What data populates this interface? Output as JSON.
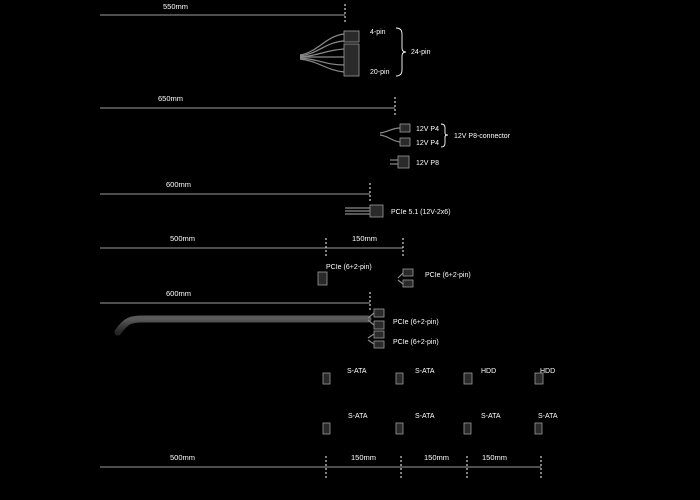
{
  "dimensions": {
    "d550": "550mm",
    "d650": "650mm",
    "d600a": "600mm",
    "d500a": "500mm",
    "d150a": "150mm",
    "d600b": "600mm",
    "d500b": "500mm",
    "d150b": "150mm",
    "d150c": "150mm",
    "d150d": "150mm"
  },
  "atx": {
    "pin4": "4-pin",
    "pin20": "20-pin",
    "pin24": "24-pin"
  },
  "cpu": {
    "p4a": "12V P4",
    "p4b": "12V P4",
    "p8conn": "12V P8-connector",
    "p8": "12V P8"
  },
  "pcie5": {
    "label": "PCIe 5.1 (12V-2x6)"
  },
  "pcie_daisy": {
    "mid": "PCIe (6+2-pin)",
    "end": "PCIe (6+2-pin)"
  },
  "pcie_dual": {
    "top": "PCIe (6+2-pin)",
    "bottom": "PCIe (6+2-pin)"
  },
  "sata1": {
    "c1": "S-ATA",
    "c2": "S-ATA",
    "c3": "HDD",
    "c4": "HDD"
  },
  "sata2": {
    "c1": "S-ATA",
    "c2": "S-ATA",
    "c3": "S-ATA",
    "c4": "S-ATA"
  }
}
